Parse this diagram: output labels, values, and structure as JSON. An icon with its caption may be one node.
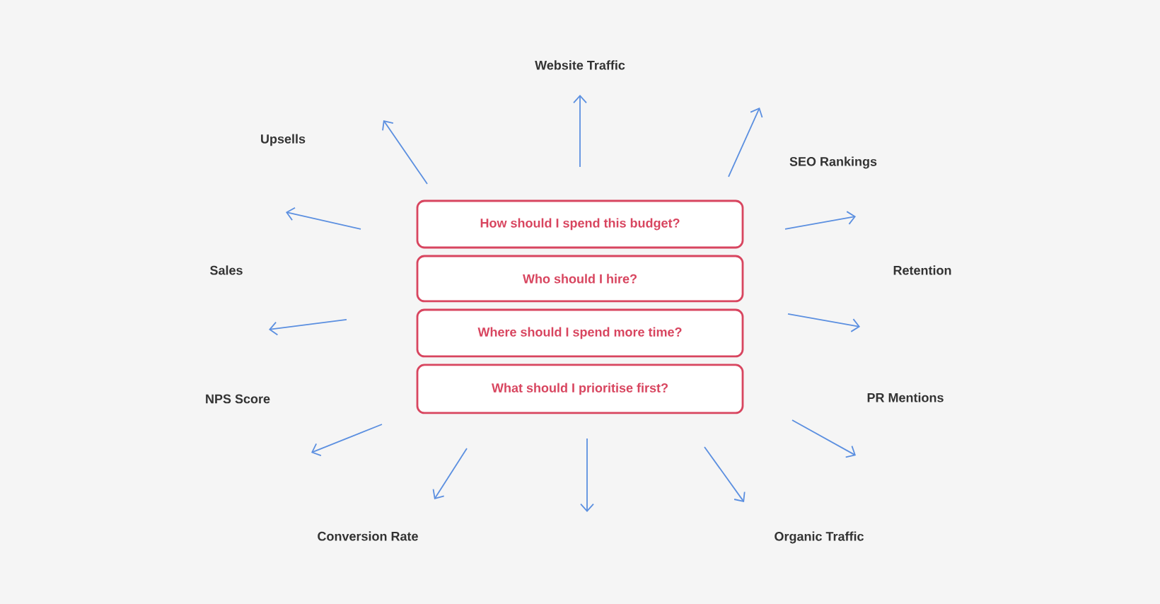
{
  "diagram": {
    "nodes": [
      {
        "text": [
          "How should I spend this budget?"
        ]
      },
      {
        "text": [
          "Who should I hire?"
        ]
      },
      {
        "text": [
          "Where should I spend more time?"
        ]
      },
      {
        "text": [
          "What should I prioritise first?"
        ]
      }
    ],
    "labels": [
      "Website Traffic",
      "Upsells",
      "SEO Rankings",
      "Sales",
      "Retention",
      "NPS Score",
      "PR Mentions",
      "Conversion Rate",
      "Organic Traffic"
    ]
  }
}
